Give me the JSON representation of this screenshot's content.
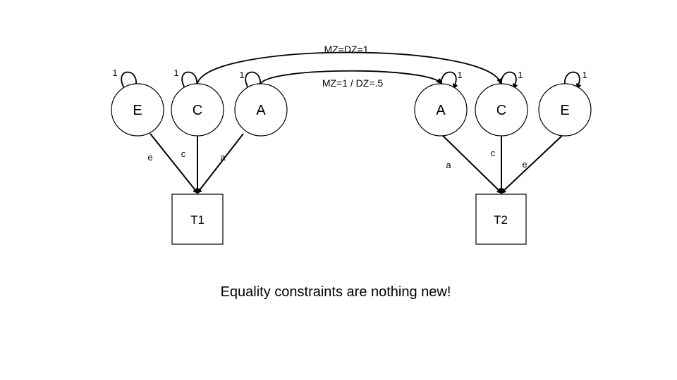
{
  "twin1": {
    "latents": {
      "e": "E",
      "c": "C",
      "a": "A"
    },
    "variances": {
      "e": "1",
      "c": "1",
      "a": "1"
    },
    "paths": {
      "e": "e",
      "c": "c",
      "a": "a"
    },
    "observed": "T1"
  },
  "twin2": {
    "latents": {
      "a": "A",
      "c": "C",
      "e": "E"
    },
    "variances": {
      "a": "1",
      "c": "1",
      "e": "1"
    },
    "paths": {
      "a": "a",
      "c": "c",
      "e": "e"
    },
    "observed": "T2"
  },
  "covariances": {
    "c_label": "MZ=DZ=1",
    "a_label": "MZ=1 / DZ=.5"
  },
  "caption": "Equality constraints are nothing new!"
}
